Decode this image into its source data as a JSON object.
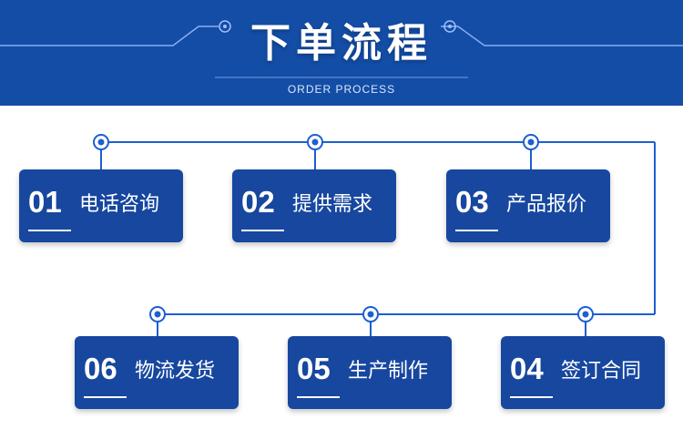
{
  "header": {
    "title": "下单流程",
    "subtitle": "ORDER PROCESS"
  },
  "steps": [
    {
      "number": "01",
      "label": "电话咨询"
    },
    {
      "number": "02",
      "label": "提供需求"
    },
    {
      "number": "03",
      "label": "产品报价"
    },
    {
      "number": "04",
      "label": "签订合同"
    },
    {
      "number": "05",
      "label": "生产制作"
    },
    {
      "number": "06",
      "label": "物流发货"
    }
  ],
  "colors": {
    "primary": "#134da6",
    "card": "#17479f",
    "line": "#1d5fd0",
    "text": "#ffffff"
  }
}
